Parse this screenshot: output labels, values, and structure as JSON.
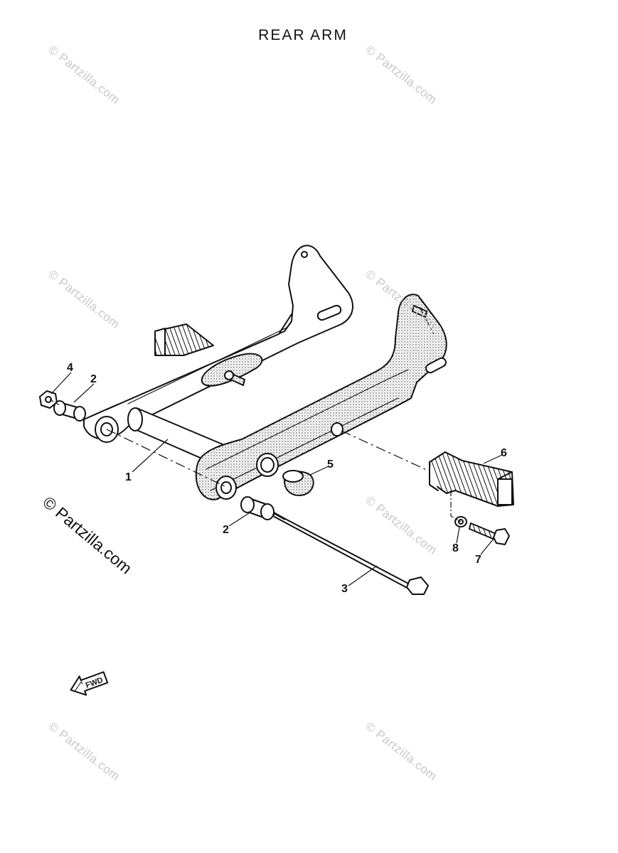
{
  "title": "REAR ARM",
  "watermark": "© Partzilla.com",
  "callouts": {
    "part_1": "1",
    "part_2_upper": "2",
    "part_2_lower": "2",
    "part_3": "3",
    "part_4": "4",
    "part_5": "5",
    "part_6": "6",
    "part_7": "7",
    "part_8": "8"
  },
  "fwd_label": "FWD"
}
